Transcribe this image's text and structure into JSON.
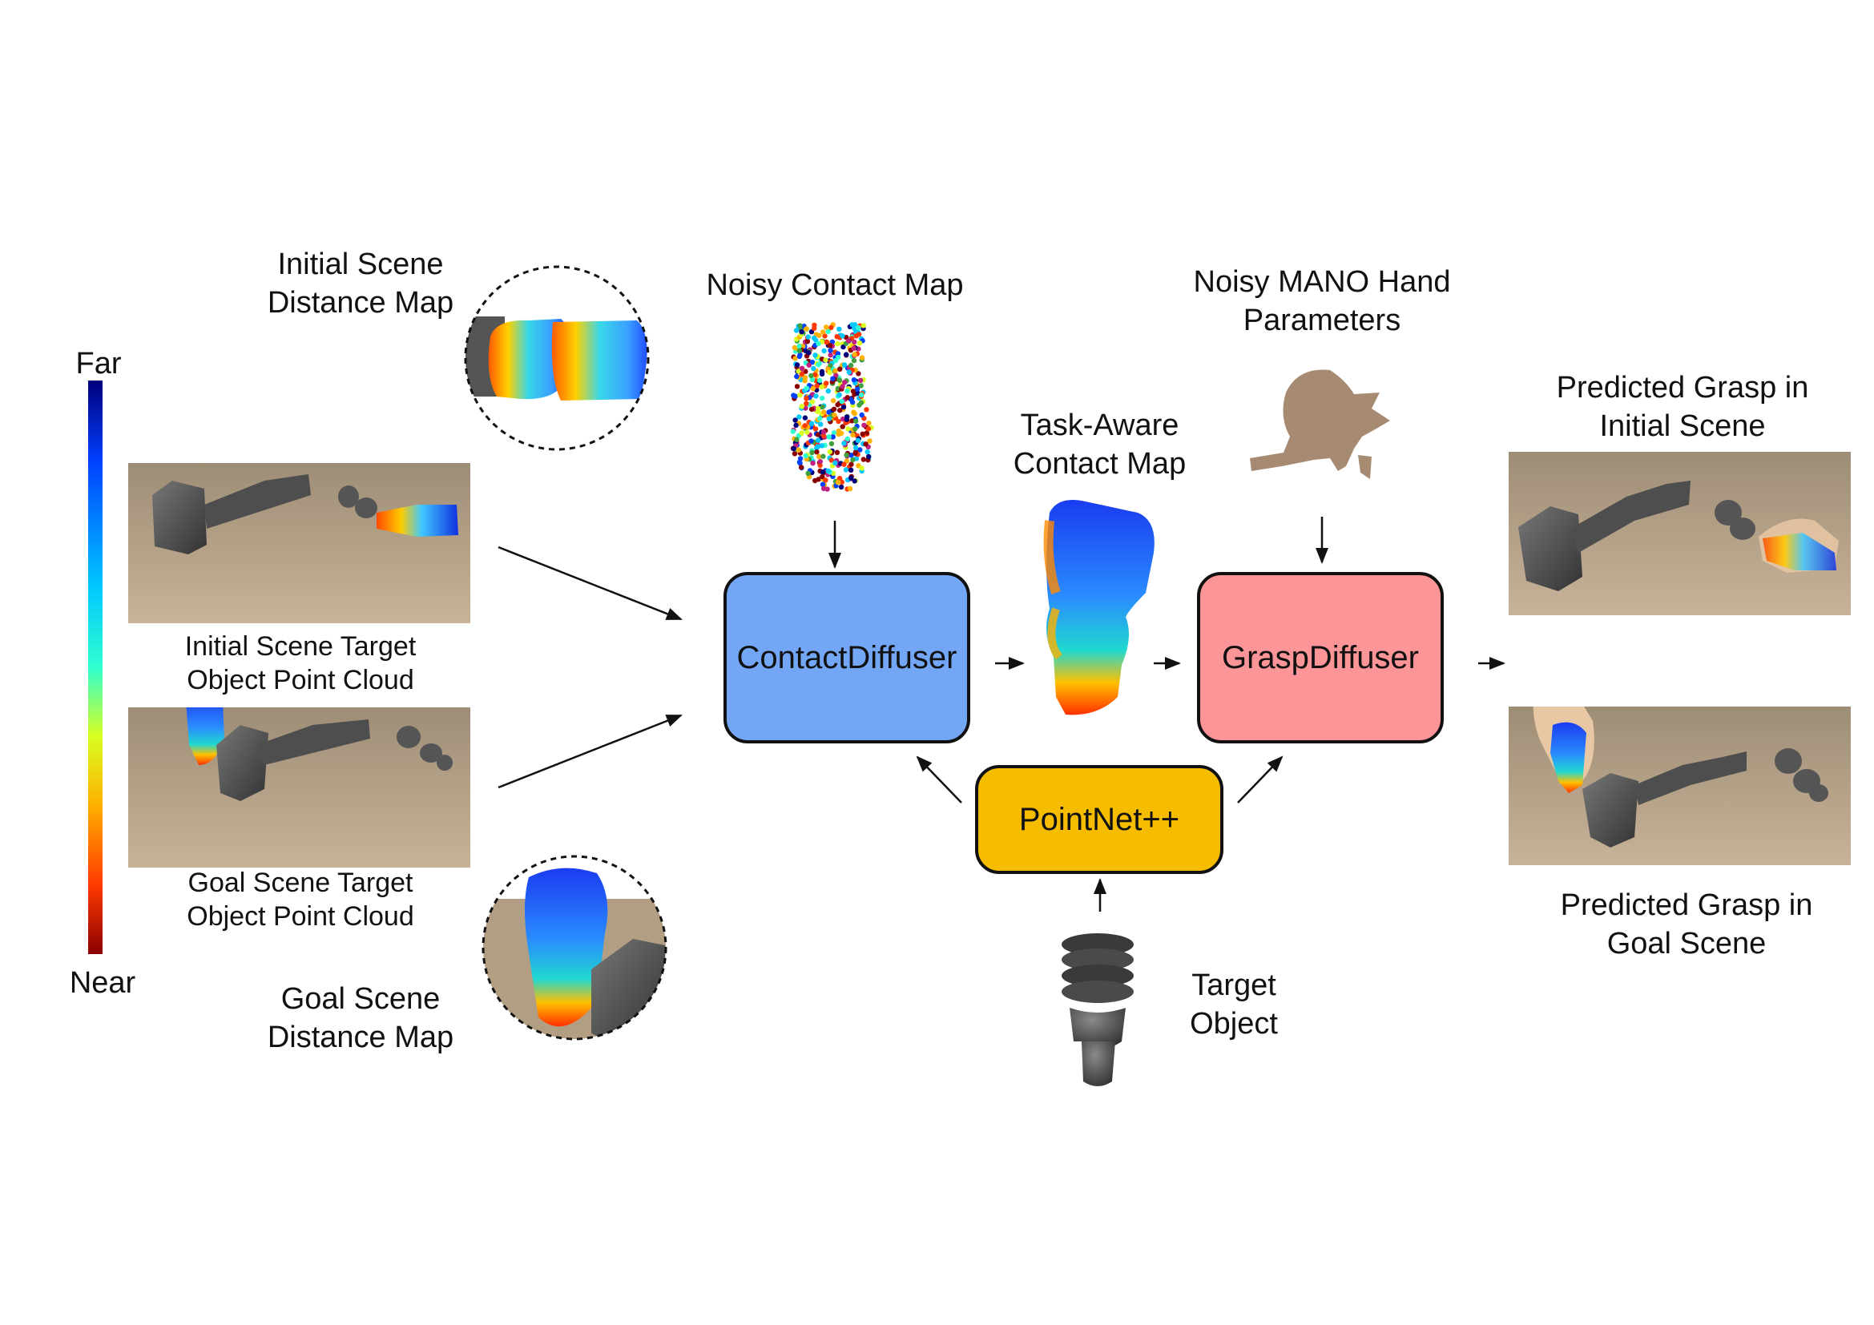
{
  "colorbar": {
    "top_label": "Far",
    "bottom_label": "Near",
    "colors": [
      "#00007a",
      "#0040ff",
      "#00c8ff",
      "#30ffd0",
      "#d8ff20",
      "#ffb000",
      "#ff3a00",
      "#8a0000"
    ]
  },
  "labels": {
    "initial_distance_map": [
      "Initial Scene",
      "Distance Map"
    ],
    "goal_distance_map": [
      "Goal Scene",
      "Distance Map"
    ],
    "initial_point_cloud": [
      "Initial Scene Target",
      "Object Point Cloud"
    ],
    "goal_point_cloud": [
      "Goal Scene Target",
      "Object Point Cloud"
    ],
    "noisy_contact_map": "Noisy Contact Map",
    "noisy_mano": [
      "Noisy MANO Hand",
      "Parameters"
    ],
    "task_aware_contact": [
      "Task-Aware",
      "Contact Map"
    ],
    "target_object": [
      "Target",
      "Object"
    ],
    "pred_initial": [
      "Predicted Grasp in",
      "Initial Scene"
    ],
    "pred_goal": [
      "Predicted Grasp in",
      "Goal Scene"
    ]
  },
  "modules": {
    "contact_diffuser": {
      "label": "ContactDiffuser",
      "color": "#74a6f6"
    },
    "grasp_diffuser": {
      "label": "GraspDiffuser",
      "color": "#fb9597"
    },
    "pointnet": {
      "label": "PointNet++",
      "color": "#f6bc00"
    }
  },
  "colors": {
    "table": "#b8a488",
    "object_gray": "#555555",
    "hand_skin": "#e8c7a5",
    "hand_silhouette": "#a68b72"
  }
}
